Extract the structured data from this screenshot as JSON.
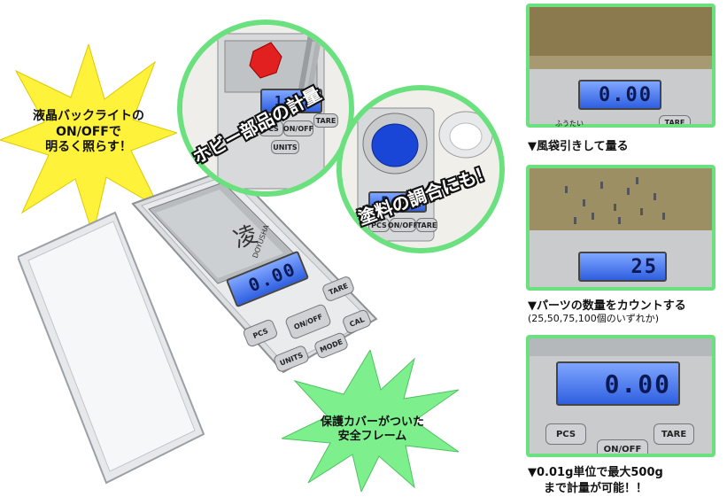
{
  "badges": {
    "backlight": "液晶バックライトの\nON/OFFで\n明るく照らす！",
    "frame": "保護カバーがついた\n安全フレーム"
  },
  "main_scale": {
    "reading": "0.00",
    "brand": "DOYUSHA",
    "keys": {
      "pcs": "PCS",
      "onoff": "ON/OFF",
      "tare": "TARE",
      "units": "UNITS",
      "mode": "MODE",
      "cal": "CAL"
    }
  },
  "inset_hobby": {
    "label": "ホビー部品の計量",
    "reading": "1.49",
    "keys": {
      "pcs": "PCS",
      "onoff": "ON/OFF",
      "tare": "TARE",
      "units": "UNITS"
    }
  },
  "inset_paint": {
    "label": "塗料の調合にも！",
    "reading": "5.50",
    "keys": {
      "pcs": "PCS",
      "onoff": "ON/OFF",
      "tare": "TARE"
    }
  },
  "panels": [
    {
      "reading": "0.00",
      "tare": "TARE",
      "ruby": "ふうたい",
      "caption": "▼風袋引きして量る"
    },
    {
      "reading": "25",
      "caption": "▼パーツの数量をカウントする",
      "subcaption": "(25,50,75,100個のいずれか)"
    },
    {
      "reading": "0.00",
      "pcs": "PCS",
      "tare": "TARE",
      "onoff": "ON/OFF",
      "caption_line1": "▼0.01g単位で最大500g",
      "caption_line2": "まで計量が可能！！"
    }
  ],
  "colors": {
    "accent_green": "#6be07e",
    "star_yellow": "#fff23a",
    "lcd_blue": "#3b6df0"
  }
}
